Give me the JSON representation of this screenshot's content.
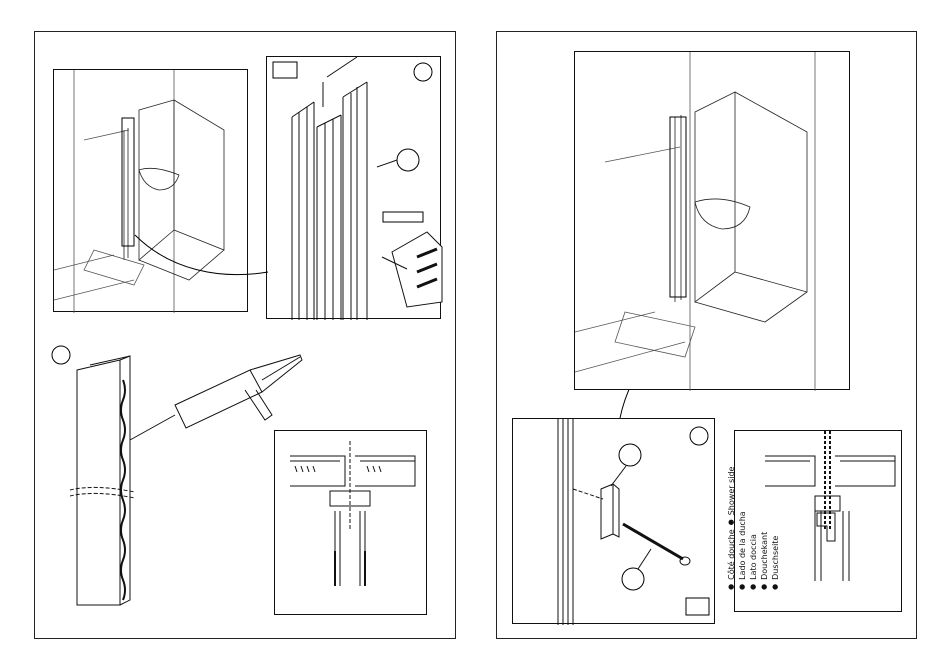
{
  "manual": {
    "left_page": {
      "step_markers": [
        "",
        "",
        "",
        ""
      ],
      "label_box": ""
    },
    "right_page": {
      "shower_side_legend": [
        "Côté douche",
        "Shower side",
        "Lado de la ducha",
        "Lato doccia",
        "Douchekant",
        "Duschseite"
      ],
      "legend_separator": "●"
    }
  }
}
